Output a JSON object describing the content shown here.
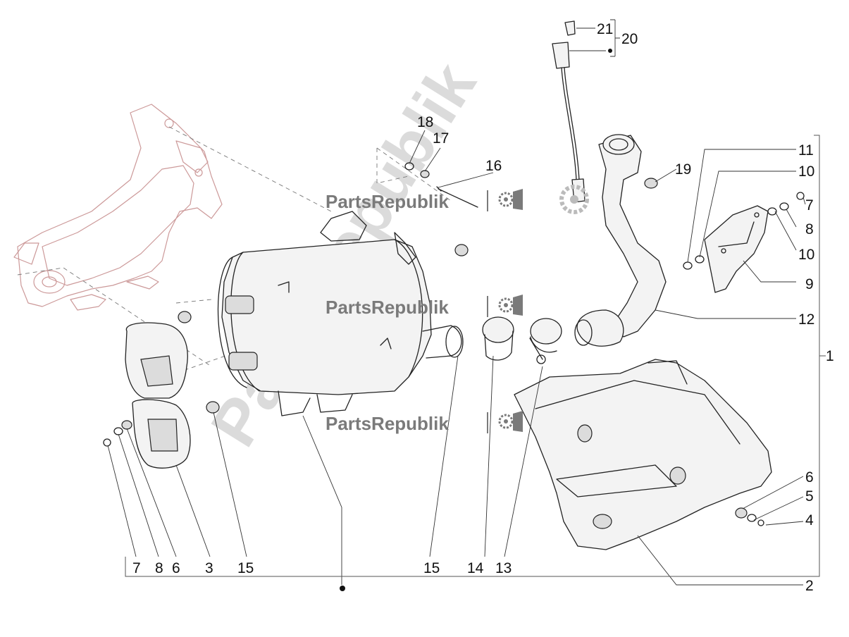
{
  "watermark": {
    "text": "PartsRepublik",
    "color": "#7a7a7a"
  },
  "callouts": {
    "c1": "1",
    "c2": "2",
    "c3": "3",
    "c4": "4",
    "c5": "5",
    "c6a": "6",
    "c6b": "6",
    "c7a": "7",
    "c7b": "7",
    "c8a": "8",
    "c8b": "8",
    "c9": "9",
    "c10a": "10",
    "c10b": "10",
    "c11": "11",
    "c12": "12",
    "c13": "13",
    "c14": "14",
    "c15a": "15",
    "c15b": "15",
    "c16": "16",
    "c17": "17",
    "c18": "18",
    "c19": "19",
    "c20": "20",
    "c21": "21"
  },
  "icons": [
    "gear-icon",
    "flag-icon"
  ],
  "colors": {
    "line": "#222222",
    "ghost_frame": "#cc9999",
    "background": "#ffffff"
  }
}
